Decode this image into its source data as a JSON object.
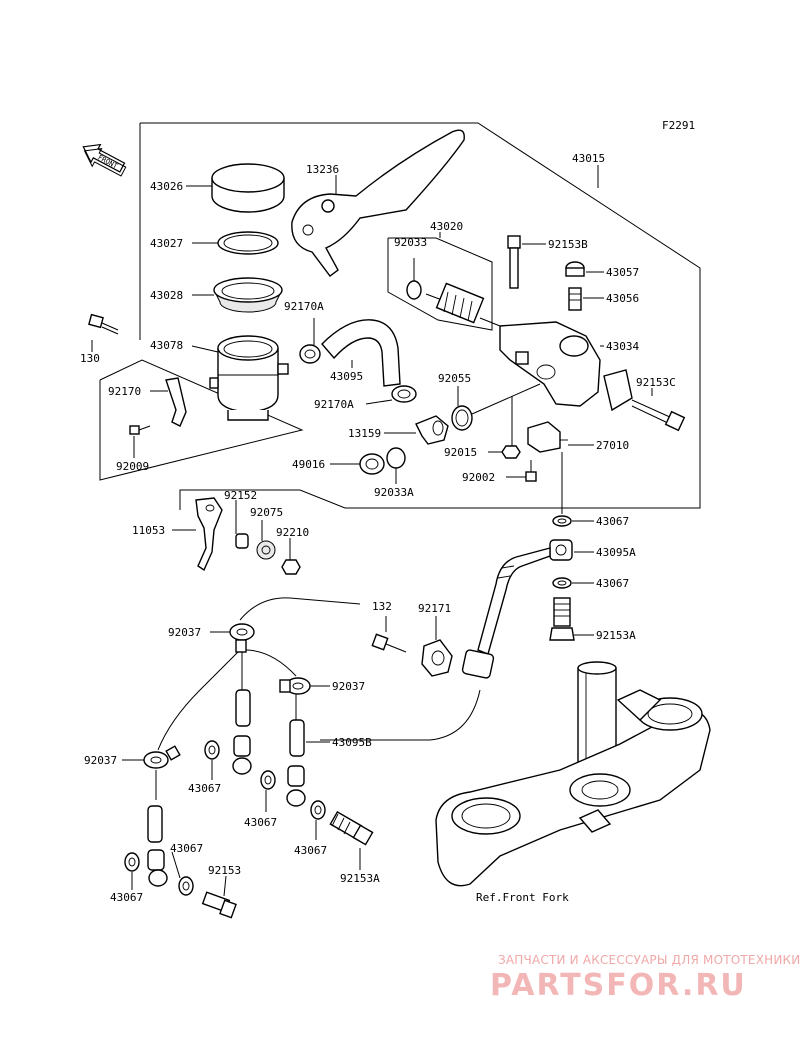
{
  "figure_code": "F2291",
  "front_label": "FRONT",
  "reference_text": "Ref.Front Fork",
  "watermark": {
    "tagline": "ЗАПЧАСТИ И АКСЕССУАРЫ ДЛЯ МОТОТЕХНИКИ",
    "brand": "PARTSFOR.RU",
    "color": "#f3b6b6"
  },
  "labels": {
    "p43026": "43026",
    "p43027": "43027",
    "p43028": "43028",
    "p43078": "43078",
    "p130": "130",
    "p92170": "92170",
    "p92009": "92009",
    "p13236": "13236",
    "p43015": "43015",
    "p43020": "43020",
    "p92033": "92033",
    "p92153B": "92153B",
    "p43057": "43057",
    "p43056": "43056",
    "p43034": "43034",
    "p92153C": "92153C",
    "p92170A_top": "92170A",
    "p43095": "43095",
    "p92170A": "92170A",
    "p92055": "92055",
    "p13159": "13159",
    "p49016": "49016",
    "p92033A": "92033A",
    "p92015": "92015",
    "p27010": "27010",
    "p92002": "92002",
    "p11053": "11053",
    "p92152": "92152",
    "p92075": "92075",
    "p92210": "92210",
    "p43067_a": "43067",
    "p43095A": "43095A",
    "p43067_b": "43067",
    "p92153A_top": "92153A",
    "p132": "132",
    "p92171": "92171",
    "p92037_a": "92037",
    "p92037_b": "92037",
    "p92037_c": "92037",
    "p43095B": "43095B",
    "p43067_c": "43067",
    "p43067_d": "43067",
    "p43067_e": "43067",
    "p43067_f": "43067",
    "p43067_g": "43067",
    "p92153": "92153",
    "p92153A": "92153A"
  }
}
